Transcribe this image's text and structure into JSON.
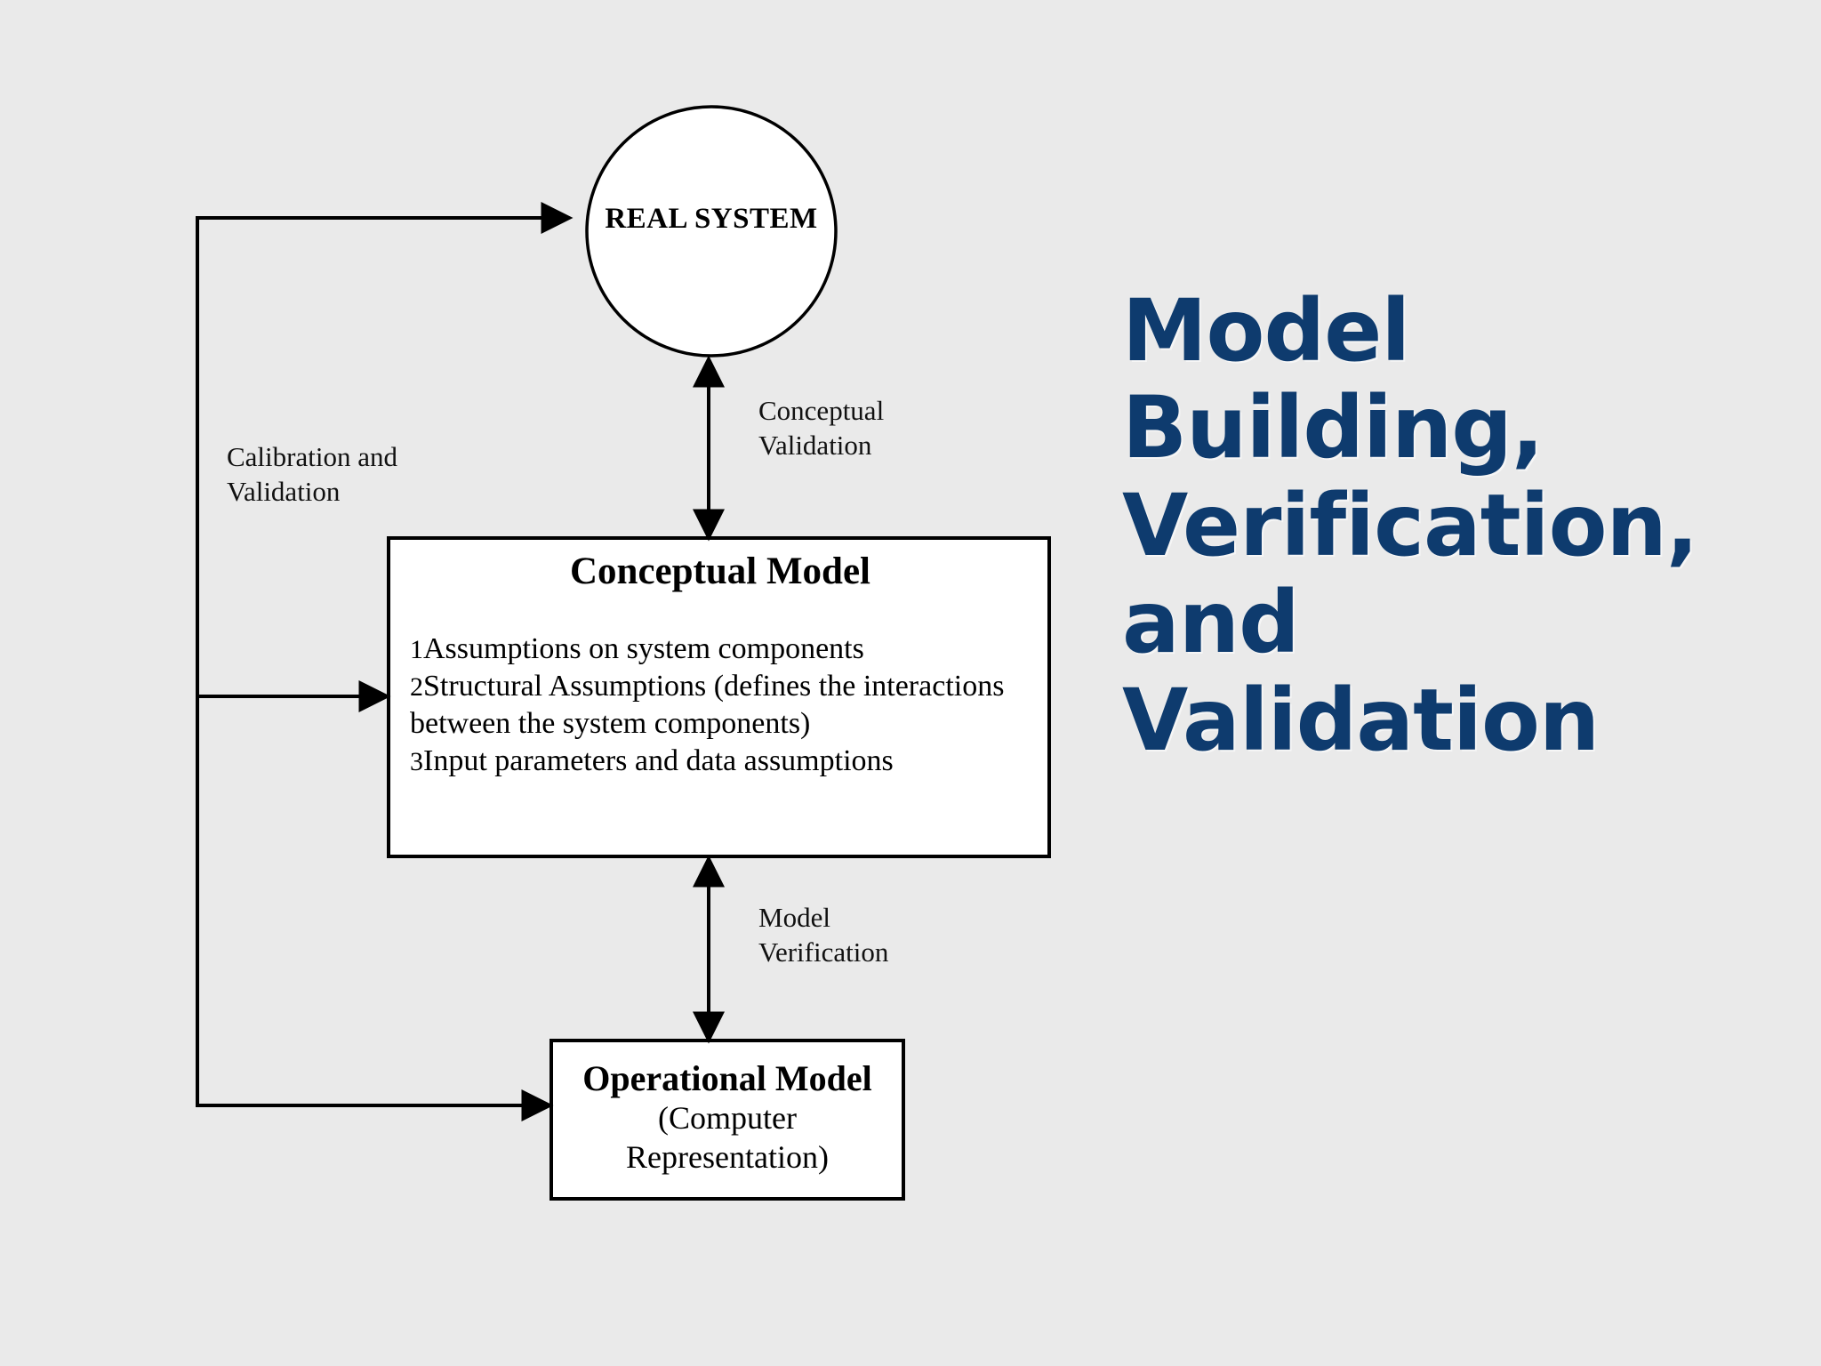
{
  "slide": {
    "background_color": "#eaeaea",
    "title": {
      "color": "#0e3b6e",
      "lines": [
        "Model",
        "Building,",
        "Verification,",
        "and",
        "Validation"
      ]
    }
  },
  "diagram": {
    "nodes": {
      "real_system": {
        "shape": "circle",
        "label": "REAL SYSTEM",
        "fill": "#ffffff",
        "stroke": "#000000"
      },
      "conceptual_model": {
        "shape": "rectangle",
        "title": "Conceptual Model",
        "fill": "#ffffff",
        "stroke": "#000000",
        "items": [
          {
            "num": "1",
            "text": "Assumptions on system components"
          },
          {
            "num": "2",
            "text": "Structural Assumptions (defines the interactions between the system components)"
          },
          {
            "num": "3",
            "text": "Input parameters and data assumptions"
          }
        ]
      },
      "operational_model": {
        "shape": "rectangle",
        "title": "Operational Model",
        "subtitle_line1": "(Computer",
        "subtitle_line2": "Representation)",
        "fill": "#ffffff",
        "stroke": "#000000"
      }
    },
    "edges": [
      {
        "id": "calibration-and-validation",
        "label": "Calibration and\nValidation",
        "from": "operational_model",
        "to": [
          "real_system",
          "conceptual_model"
        ],
        "style": "elbow-arrow"
      },
      {
        "id": "conceptual-validation",
        "label": "Conceptual\nValidation",
        "from": "conceptual_model",
        "to": "real_system",
        "style": "double-headed-vertical-arrow"
      },
      {
        "id": "model-verification",
        "label": "Model\nVerification",
        "from": "operational_model",
        "to": "conceptual_model",
        "style": "double-headed-vertical-arrow"
      }
    ]
  }
}
